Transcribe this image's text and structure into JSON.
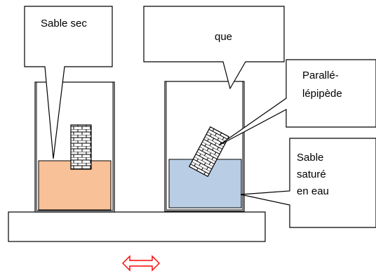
{
  "callouts": {
    "dry_sand": "Sable sec",
    "question": "que",
    "block_lines": [
      "Parallé-",
      "lépipède"
    ],
    "saturated_lines": [
      "Sable",
      "saturé",
      "en eau"
    ]
  },
  "colors": {
    "dry_sand": "#f8c198",
    "saturated_sand": "#b9cde5",
    "arrow": "#ff0000",
    "outline": "#000000"
  },
  "icons": {
    "shake_arrow": "double-headed-arrow-icon",
    "block": "brick-block-icon"
  }
}
